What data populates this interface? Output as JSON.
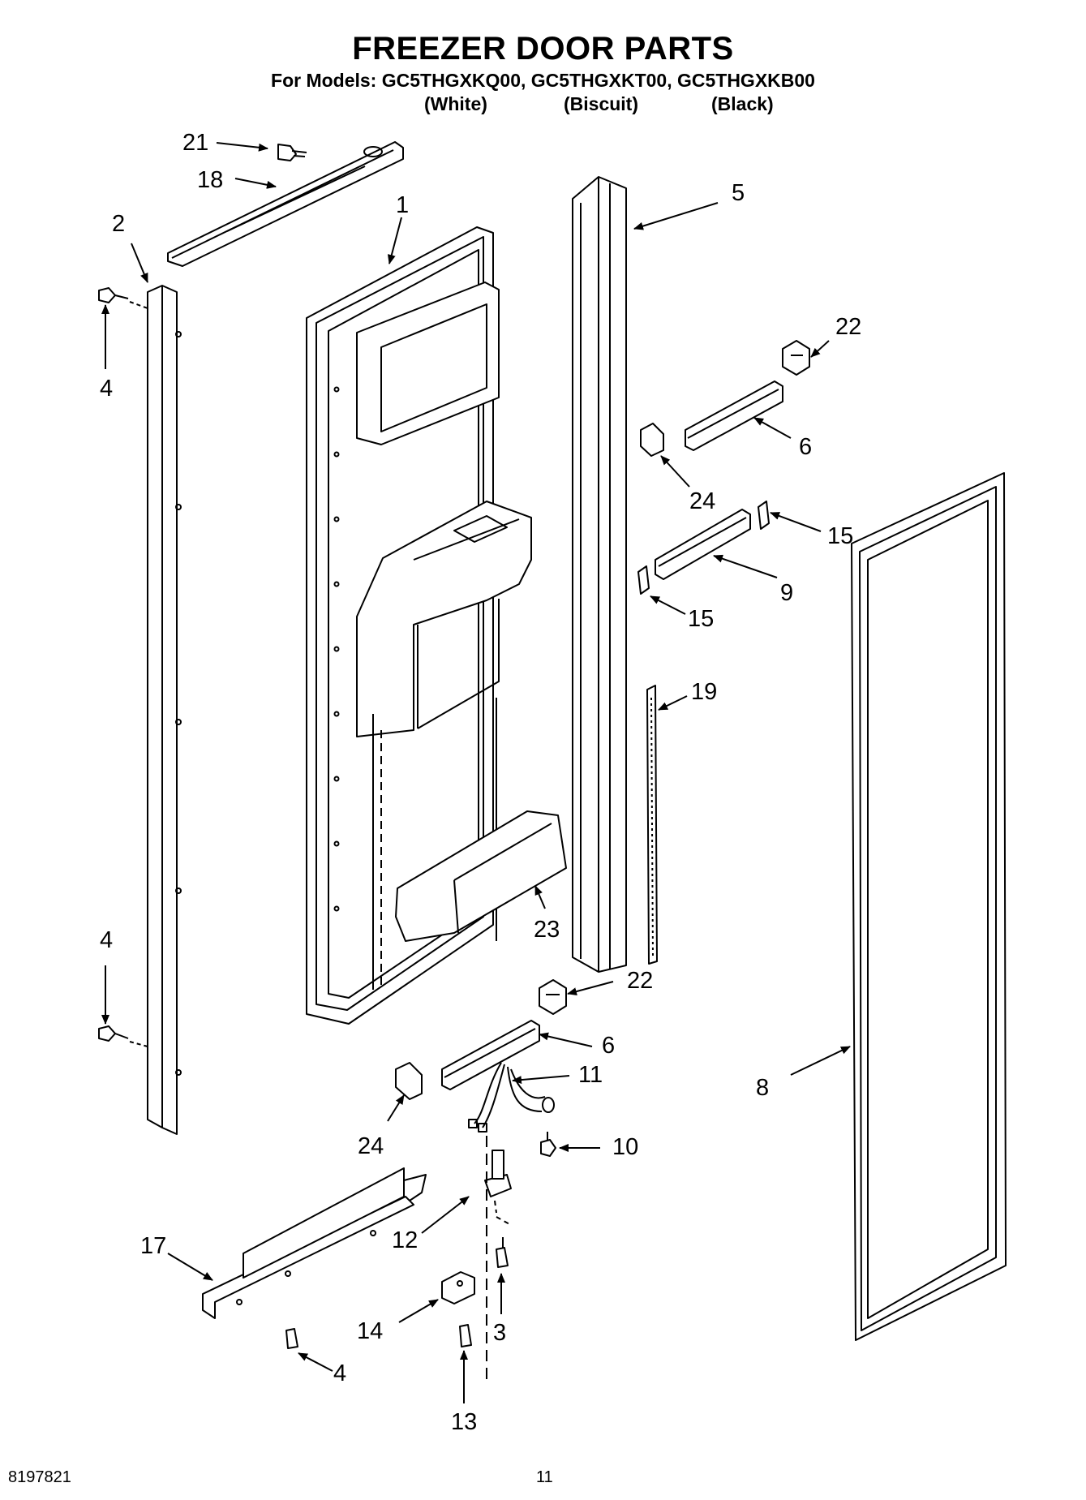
{
  "title": "FREEZER DOOR PARTS",
  "models_line": "For Models: GC5THGXKQ00, GC5THGXKT00, GC5THGXKB00",
  "colors": [
    "(White)",
    "(Biscuit)",
    "(Black)"
  ],
  "callouts": {
    "p21": "21",
    "p18": "18",
    "p2": "2",
    "p1": "1",
    "p5": "5",
    "p4a": "4",
    "p22a": "22",
    "p6a": "6",
    "p24a": "24",
    "p15a": "15",
    "p9": "9",
    "p15b": "15",
    "p19": "19",
    "p4b": "4",
    "p23": "23",
    "p22b": "22",
    "p6b": "6",
    "p11": "11",
    "p8": "8",
    "p24b": "24",
    "p10": "10",
    "p17": "17",
    "p12": "12",
    "p3": "3",
    "p14": "14",
    "p4c": "4",
    "p13": "13"
  },
  "footer": {
    "doc_number": "8197821",
    "page_number": "11"
  }
}
